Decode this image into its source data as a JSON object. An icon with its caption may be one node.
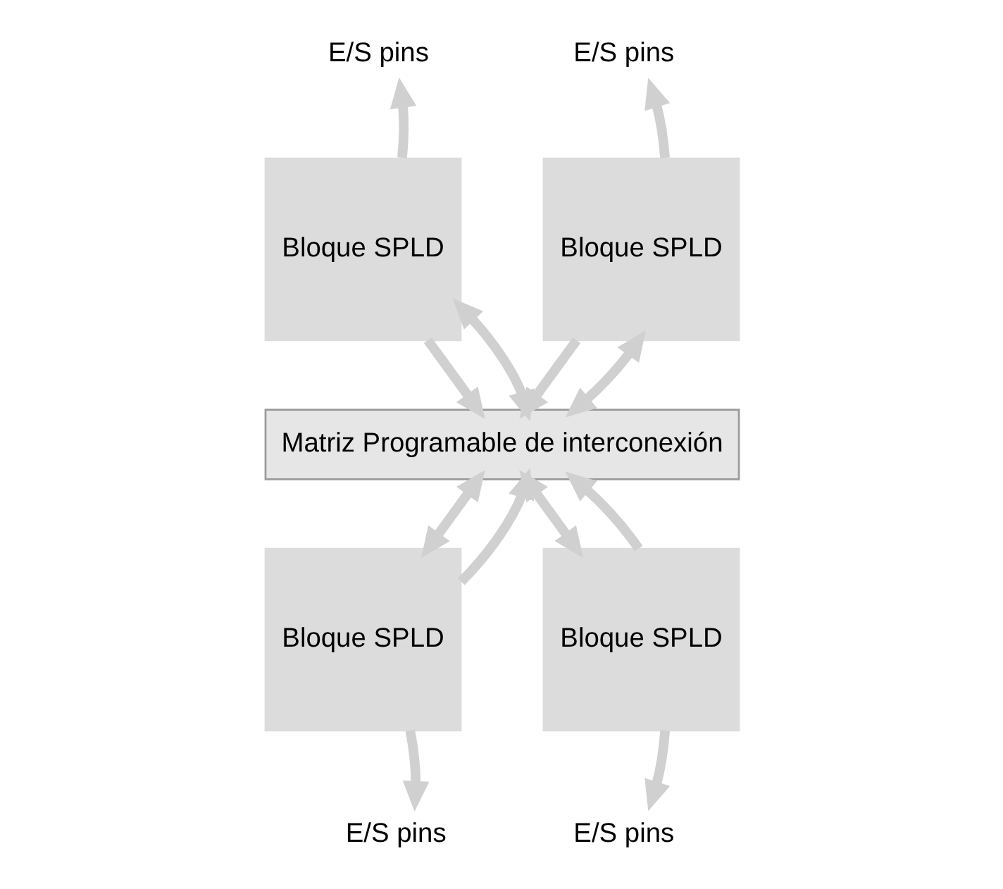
{
  "diagram": {
    "nodes": [
      {
        "text": [
          "E/S pins"
        ]
      },
      {
        "text": [
          "E/S pins"
        ]
      },
      {
        "text": [
          "Bloque SPLD"
        ]
      },
      {
        "text": [
          "Bloque SPLD"
        ]
      },
      {
        "text": [
          "Matriz Programable de interconexión"
        ]
      },
      {
        "text": [
          "Bloque SPLD"
        ]
      },
      {
        "text": [
          "Bloque SPLD"
        ]
      },
      {
        "text": [
          "E/S pins"
        ]
      },
      {
        "text": [
          "E/S pins"
        ]
      }
    ],
    "edges": [
      {
        "from": 2,
        "to": 0,
        "arrow": "to"
      },
      {
        "from": 2,
        "to": 4,
        "arrow": "to"
      },
      {
        "from": 2,
        "to": 4,
        "arrow": "both"
      },
      {
        "from": 3,
        "to": 1,
        "arrow": "to"
      },
      {
        "from": 3,
        "to": 4,
        "arrow": "to"
      },
      {
        "from": 3,
        "to": 4,
        "arrow": "both"
      },
      {
        "from": 5,
        "to": 4,
        "arrow": "both"
      },
      {
        "from": 5,
        "to": 7,
        "arrow": "to"
      },
      {
        "from": 5,
        "to": 4,
        "arrow": "to"
      },
      {
        "from": 6,
        "to": 4,
        "arrow": "both"
      },
      {
        "from": 6,
        "to": 8,
        "arrow": "to"
      },
      {
        "from": 6,
        "to": 4,
        "arrow": "to"
      }
    ]
  }
}
